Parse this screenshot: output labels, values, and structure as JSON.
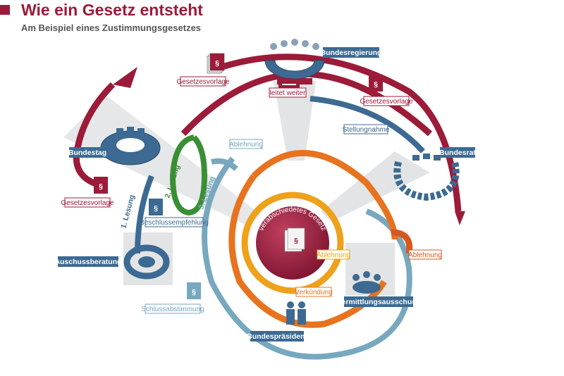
{
  "header": {
    "title": "Wie ein Gesetz entsteht",
    "subtitle": "Am Beispiel eines Zustimmungsgesetzes"
  },
  "colors": {
    "crimson": "#9b1b39",
    "steel_blue": "#3c6a92",
    "light_blue": "#77a8bf",
    "green": "#3a8f35",
    "orange_dark": "#d8581c",
    "orange": "#e8731f",
    "amber": "#eea11a",
    "gray": "#e2e3e4"
  },
  "bodies": {
    "bundesregierung": "Bundesregierung",
    "bundestag": "Bundestag",
    "bundesrat": "Bundesrat",
    "ausschussberatung": "Auschussberatung",
    "vermittlungsausschuss": "Vermittlungsausschuss",
    "bundespraesident": "Bundespräsident"
  },
  "steps": {
    "gesetzesvorlage_left": "Gesetzesvorlage",
    "gesetzesvorlage_right": "Gesetzesvorlage",
    "gesetzesvorlage_bundestag": "Gesetzesvorlage",
    "leitet_weiter": "leitet weiter",
    "stellungnahme": "Stellungnahme",
    "beschlussempfehlung": "Beschlussempfehlung",
    "schlussabstimmung": "Schlussabstimmung",
    "ablehnung_top": "Ablehnung",
    "ablehnung_mid": "Ablehnung",
    "ablehnung_right": "Ablehnung",
    "verkuendung": "Verkündung"
  },
  "readings": {
    "first": "1. Lesung",
    "second": "2. Lesung",
    "third": "3. Lesung"
  },
  "center": {
    "label": "verabschiedetes Gesetz",
    "symbol": "§"
  },
  "icons": {
    "document": "paragraph-document-icon",
    "handshake": "handshake-icon",
    "seating": "assembly-seating-icon",
    "people": "people-icon"
  }
}
